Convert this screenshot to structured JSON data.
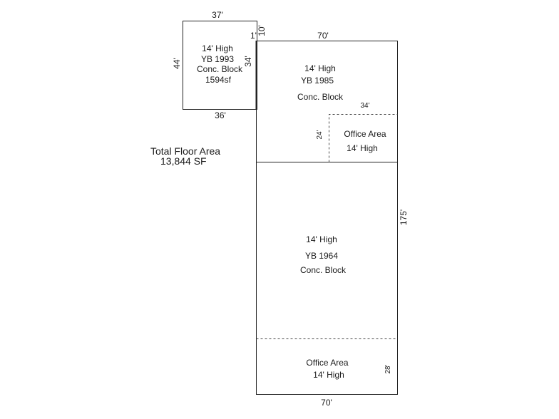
{
  "summary": {
    "label": "Total Floor Area",
    "value": "13,844 SF"
  },
  "dimensions": {
    "annex_top": "37'",
    "annex_left": "44'",
    "annex_bottom": "36'",
    "annex_right": "34'",
    "offset_1": "1'",
    "offset_10": "10'",
    "main_top": "70'",
    "main_right": "175'",
    "main_bottom": "70'",
    "office1_width": "34'",
    "office1_height": "24'",
    "office2_height": "28'"
  },
  "annex": {
    "line1": "14' High",
    "line2": "YB 1993",
    "line3": "Conc. Block",
    "line4": "1594sf"
  },
  "section_1985": {
    "line1": "14' High",
    "line2": "YB 1985",
    "line3": "Conc. Block"
  },
  "office_1": {
    "line1": "Office Area",
    "line2": "14' High"
  },
  "section_1964": {
    "line1": "14' High",
    "line2": "YB 1964",
    "line3": "Conc. Block"
  },
  "office_2": {
    "line1": "Office Area",
    "line2": "14' High"
  }
}
